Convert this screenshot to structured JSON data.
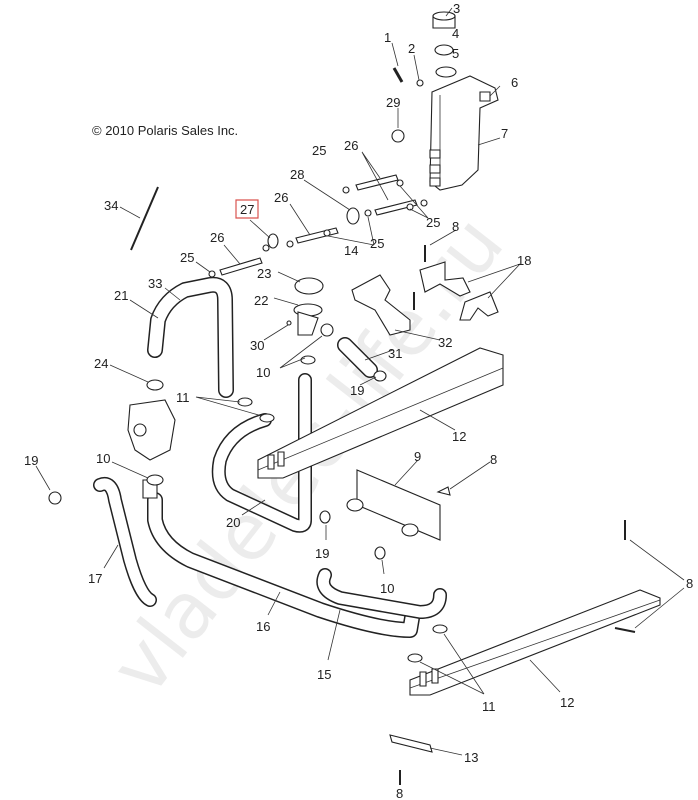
{
  "copyright": "© 2010 Polaris Sales Inc.",
  "watermark": "vladelec-life.ru",
  "highlight_color": "#d9534f",
  "highlighted_part": "27",
  "labels": {
    "l3": "3",
    "l4": "4",
    "l5": "5",
    "l1": "1",
    "l2": "2",
    "l6": "6",
    "l7": "7",
    "l29": "29",
    "l26a": "26",
    "l25a": "25",
    "l28": "28",
    "l26b": "26",
    "l27": "27",
    "l25b": "25",
    "l25c": "25",
    "l8a": "8",
    "l26c": "26",
    "l25d": "25",
    "l23": "23",
    "l14": "14",
    "l18": "18",
    "l33": "33",
    "l21": "21",
    "l22": "22",
    "l30": "30",
    "l32": "32",
    "l31": "31",
    "l10a": "10",
    "l24": "24",
    "l19a": "19",
    "l11a": "11",
    "l12a": "12",
    "l9": "9",
    "l8b": "8",
    "l19b": "19",
    "l10b": "10",
    "l20": "20",
    "l19c": "19",
    "l17": "17",
    "l10c": "10",
    "l16": "16",
    "l15": "15",
    "l8c": "8",
    "l11b": "11",
    "l12b": "12",
    "l13": "13",
    "l8d": "8",
    "l34": "34"
  }
}
